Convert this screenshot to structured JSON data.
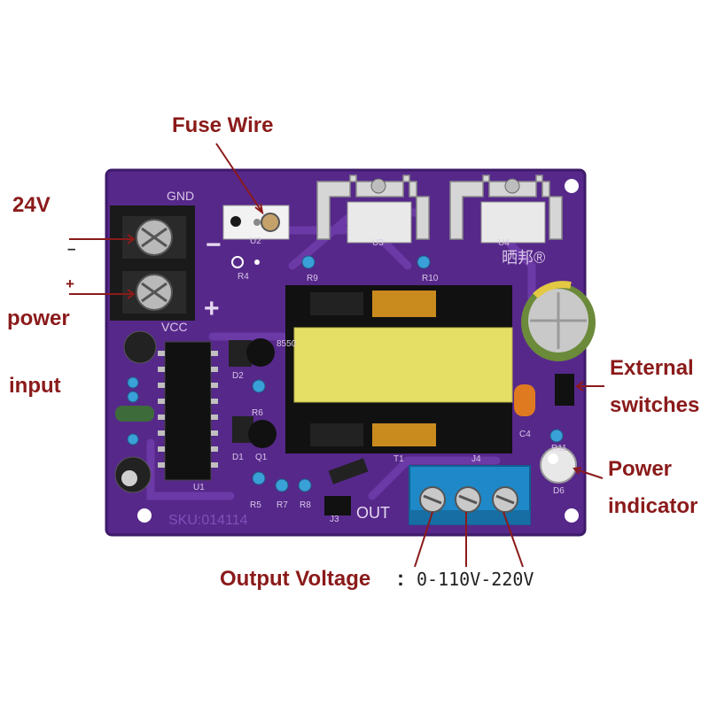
{
  "annotations": {
    "fuse_wire": "Fuse Wire",
    "voltage_24v": "24V",
    "minus": "–",
    "plus": "+",
    "power": "power",
    "input": "input",
    "external": "External",
    "switches": "switches",
    "power_word": "Power",
    "indicator": "indicator",
    "output_voltage": "Output Voltage",
    "colon": ":",
    "output_values": "0-110V-220V"
  },
  "board_silkscreen": {
    "gnd": "GND",
    "vcc": "VCC",
    "out": "OUT",
    "sku": "SKU:014114",
    "brand": "晒邦®",
    "minus_sign": "−",
    "plus_sign": "+",
    "refs": [
      "U2",
      "R4",
      "U3",
      "U4",
      "R9",
      "R10",
      "U1",
      "D2",
      "D1",
      "Q1",
      "R6",
      "R5",
      "R7",
      "R8",
      "J3",
      "T1",
      "J4",
      "C4",
      "R11",
      "D6",
      "8550"
    ]
  },
  "colors": {
    "board": "#5a2a8c",
    "label_text": "#8b1a1a",
    "terminal_blue": "#1e88c8",
    "transformer_yellow": "#e8e06a",
    "heatsink": "#d8d8d8"
  }
}
